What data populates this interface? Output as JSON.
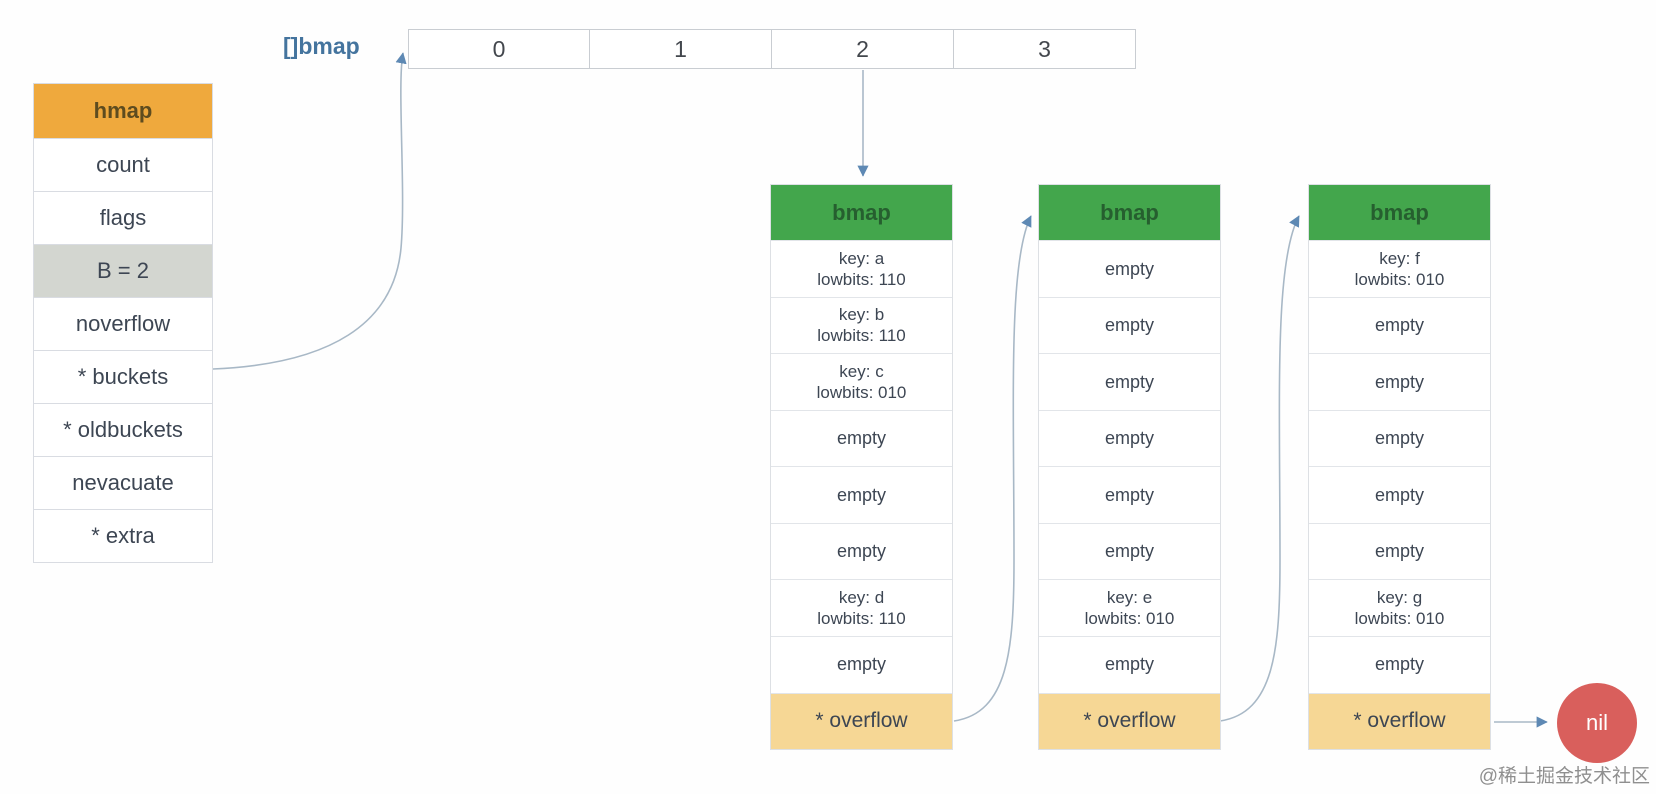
{
  "colors": {
    "hmap_header": "#efa93d",
    "highlight": "#d3d6d0",
    "bmap_header": "#43a64c",
    "overflow_row": "#f6d795",
    "nil_node": "#d95f5c",
    "label_blue": "#44749e",
    "arrow": "#a8b8c6",
    "text": "#3d4653"
  },
  "hmap": {
    "title": "hmap",
    "rows": [
      {
        "label": "count"
      },
      {
        "label": "flags"
      },
      {
        "label": "B = 2",
        "highlight": true
      },
      {
        "label": "noverflow"
      },
      {
        "label": "* buckets"
      },
      {
        "label": "* oldbuckets"
      },
      {
        "label": "nevacuate"
      },
      {
        "label": "* extra"
      }
    ]
  },
  "bucket_array": {
    "label": "[]bmap",
    "cells": [
      "0",
      "1",
      "2",
      "3"
    ]
  },
  "buckets": [
    {
      "title": "bmap",
      "slots": [
        [
          "key: a",
          "lowbits: 110"
        ],
        [
          "key: b",
          "lowbits: 110"
        ],
        [
          "key: c",
          "lowbits: 010"
        ],
        [
          "empty"
        ],
        [
          "empty"
        ],
        [
          "empty"
        ],
        [
          "key: d",
          "lowbits: 110"
        ],
        [
          "empty"
        ]
      ],
      "overflow": "* overflow"
    },
    {
      "title": "bmap",
      "slots": [
        [
          "empty"
        ],
        [
          "empty"
        ],
        [
          "empty"
        ],
        [
          "empty"
        ],
        [
          "empty"
        ],
        [
          "empty"
        ],
        [
          "key: e",
          "lowbits: 010"
        ],
        [
          "empty"
        ]
      ],
      "overflow": "* overflow"
    },
    {
      "title": "bmap",
      "slots": [
        [
          "key: f",
          "lowbits: 010"
        ],
        [
          "empty"
        ],
        [
          "empty"
        ],
        [
          "empty"
        ],
        [
          "empty"
        ],
        [
          "empty"
        ],
        [
          "key: g",
          "lowbits: 010"
        ],
        [
          "empty"
        ]
      ],
      "overflow": "* overflow"
    }
  ],
  "nil_label": "nil",
  "watermark": "@稀土掘金技术社区"
}
